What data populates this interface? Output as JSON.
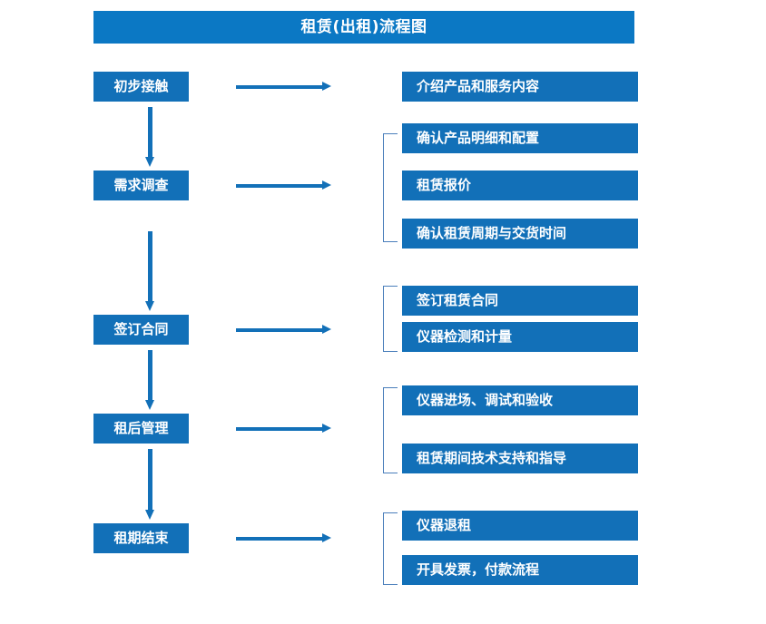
{
  "header": {
    "title": "租赁(出租)流程图"
  },
  "colors": {
    "title_bar": "#0b78c4",
    "box": "#1270b8",
    "arrow": "#1270b8",
    "bracket": "#4a7ebb",
    "text": "#ffffff",
    "background": "#ffffff"
  },
  "flow": {
    "stages": [
      {
        "label": "初步接触"
      },
      {
        "label": "需求调查"
      },
      {
        "label": "签订合同"
      },
      {
        "label": "租后管理"
      },
      {
        "label": "租期结束"
      }
    ],
    "details": [
      {
        "label": "介绍产品和服务内容"
      },
      {
        "label": "确认产品明细和配置"
      },
      {
        "label": "租赁报价"
      },
      {
        "label": "确认租赁周期与交货时间"
      },
      {
        "label": "签订租赁合同"
      },
      {
        "label": "仪器检测和计量"
      },
      {
        "label": "仪器进场、调试和验收"
      },
      {
        "label": "租赁期间技术支持和指导"
      },
      {
        "label": "仪器退租"
      },
      {
        "label": "开具发票，付款流程"
      }
    ],
    "groups": [
      {
        "stage": "初步接触",
        "details": [
          "介绍产品和服务内容"
        ]
      },
      {
        "stage": "需求调查",
        "details": [
          "确认产品明细和配置",
          "租赁报价",
          "确认租赁周期与交货时间"
        ]
      },
      {
        "stage": "签订合同",
        "details": [
          "签订租赁合同",
          "仪器检测和计量"
        ]
      },
      {
        "stage": "租后管理",
        "details": [
          "仪器进场、调试和验收",
          "租赁期间技术支持和指导"
        ]
      },
      {
        "stage": "租期结束",
        "details": [
          "仪器退租",
          "开具发票，付款流程"
        ]
      }
    ],
    "connectors": {
      "down_arrow_count": 4,
      "right_arrow_count": 5,
      "bracket_count": 4
    }
  }
}
